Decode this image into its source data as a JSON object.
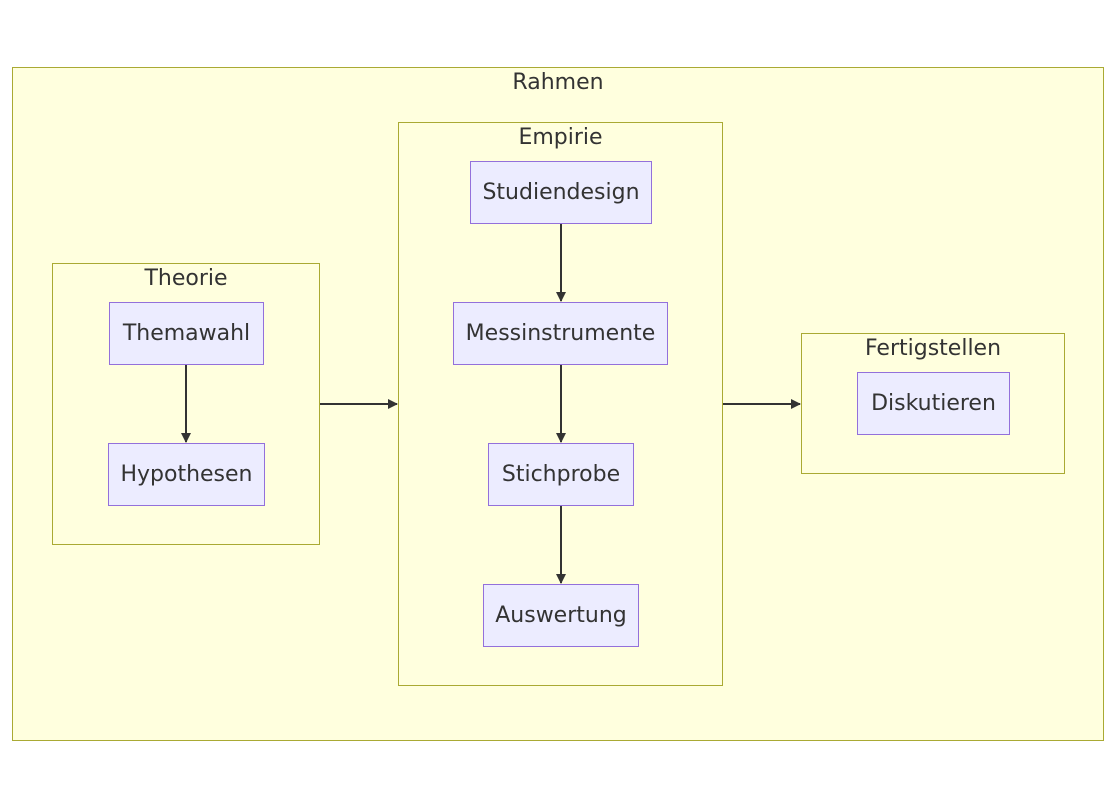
{
  "clusters": {
    "rahmen": "Rahmen",
    "theorie": "Theorie",
    "empirie": "Empirie",
    "fertigstellen": "Fertigstellen"
  },
  "nodes": {
    "themawahl": "Themawahl",
    "hypothesen": "Hypothesen",
    "studiendesign": "Studiendesign",
    "messinstrumente": "Messinstrumente",
    "stichprobe": "Stichprobe",
    "auswertung": "Auswertung",
    "diskutieren": "Diskutieren"
  },
  "colors": {
    "cluster_fill": "#ffffde",
    "cluster_stroke": "#aaaa33",
    "node_fill": "#ececff",
    "node_stroke": "#9370db",
    "edge": "#333333"
  }
}
